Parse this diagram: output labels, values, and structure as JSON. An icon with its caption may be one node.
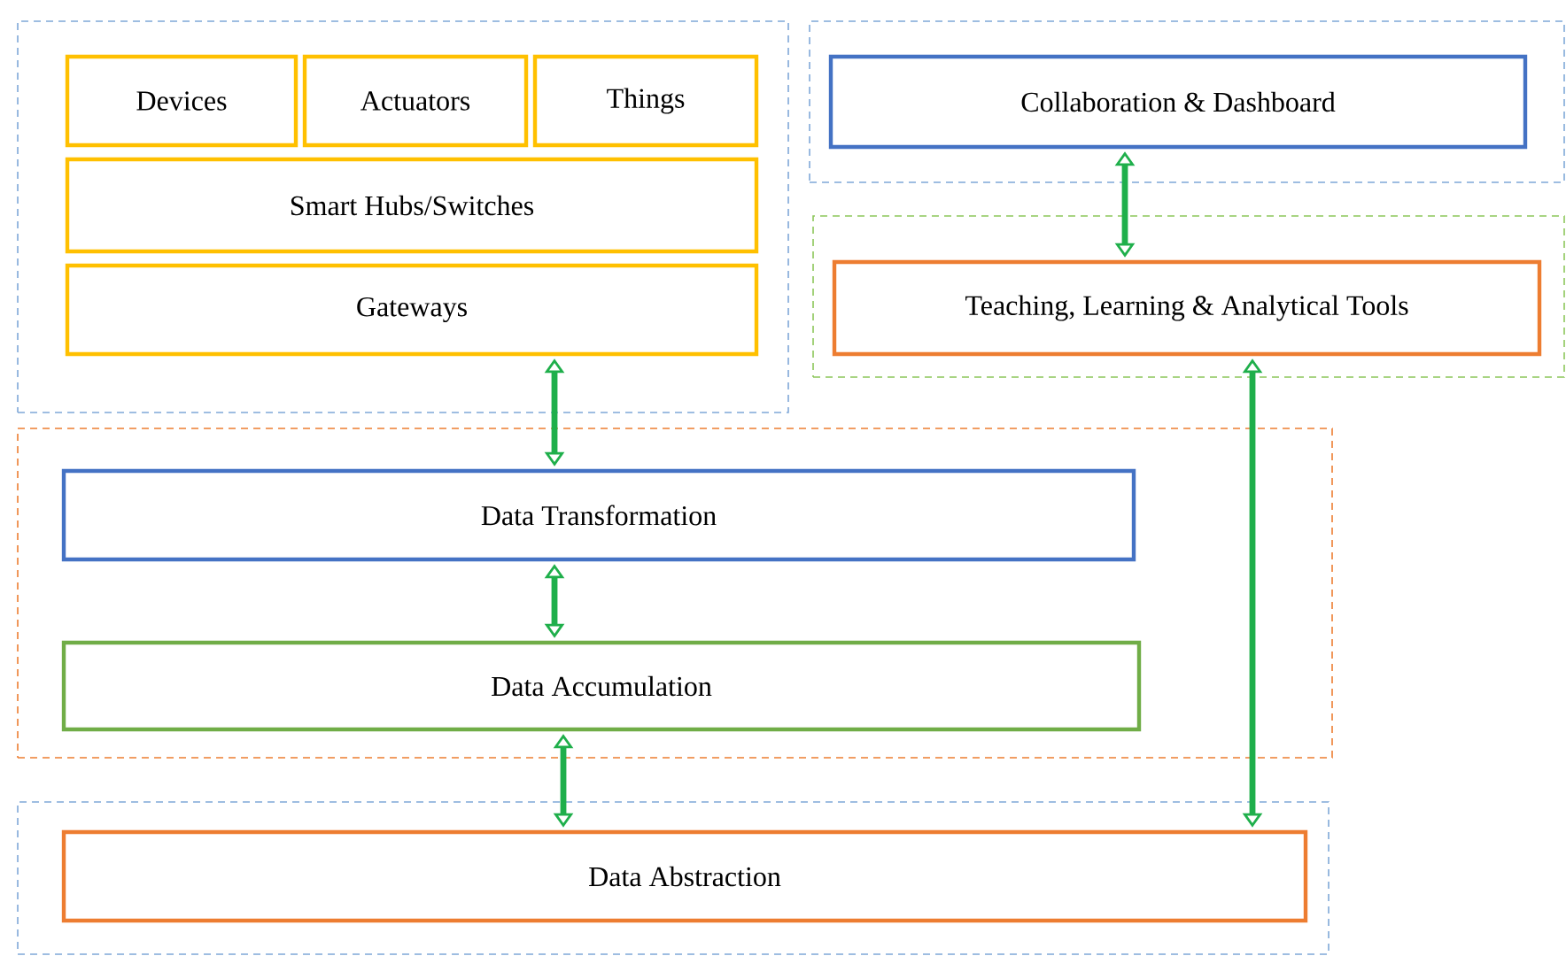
{
  "diagram": {
    "nodes": [
      {
        "text": [],
        "shape": "box"
      },
      {
        "text": [
          "Devices"
        ],
        "in": 0
      },
      {
        "text": [
          "Actuators"
        ],
        "in": 0
      },
      {
        "text": [
          "Things"
        ],
        "in": 0
      },
      {
        "text": [
          "Smart Hubs/Switches"
        ],
        "in": 0
      },
      {
        "text": [
          "Gateways"
        ],
        "in": 0
      },
      {
        "text": [],
        "shape": "box"
      },
      {
        "text": [
          "Collaboration & Dashboard"
        ],
        "in": 6
      },
      {
        "text": [],
        "shape": "box"
      },
      {
        "text": [
          "Teaching, Learning & Analytical Tools"
        ],
        "in": 8
      },
      {
        "text": [],
        "shape": "box"
      },
      {
        "text": [
          "Data Transformation"
        ],
        "in": 10
      },
      {
        "text": [
          "Data Accumulation"
        ],
        "in": 10
      },
      {
        "text": [],
        "shape": "box"
      },
      {
        "text": [
          "Data Abstraction"
        ],
        "in": 13
      }
    ],
    "edges": [
      {
        "from": 5,
        "to": 11,
        "arrow": "both"
      },
      {
        "from": 7,
        "to": 9,
        "arrow": "both"
      },
      {
        "from": 9,
        "to": 14,
        "arrow": "both"
      },
      {
        "from": 11,
        "to": 12,
        "arrow": "both"
      },
      {
        "from": 12,
        "to": 14,
        "arrow": "both"
      }
    ]
  }
}
